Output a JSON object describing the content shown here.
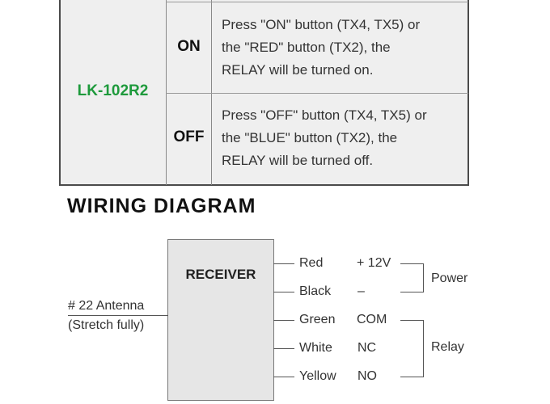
{
  "table": {
    "model": "LK-102R2",
    "rows": [
      {
        "state": "ON",
        "lines": [
          "Press \"ON\" button (TX4, TX5) or",
          "the \"RED\" button (TX2), the",
          "RELAY will be turned on."
        ]
      },
      {
        "state": "OFF",
        "lines": [
          "Press \"OFF\" button (TX4, TX5) or",
          "the \"BLUE\" button (TX2), the",
          "RELAY will be turned off."
        ]
      }
    ]
  },
  "wiring": {
    "title": "WIRING DIAGRAM",
    "receiver_label": "RECEIVER",
    "antenna": {
      "line1": "# 22 Antenna",
      "line2": "(Stretch fully)"
    },
    "wires": [
      {
        "color": "Red",
        "signal": "+ 12V"
      },
      {
        "color": "Black",
        "signal": "–"
      },
      {
        "color": "Green",
        "signal": "COM"
      },
      {
        "color": "White",
        "signal": "NC"
      },
      {
        "color": "Yellow",
        "signal": "NO"
      }
    ],
    "groups": {
      "power": "Power",
      "relay": "Relay"
    }
  }
}
